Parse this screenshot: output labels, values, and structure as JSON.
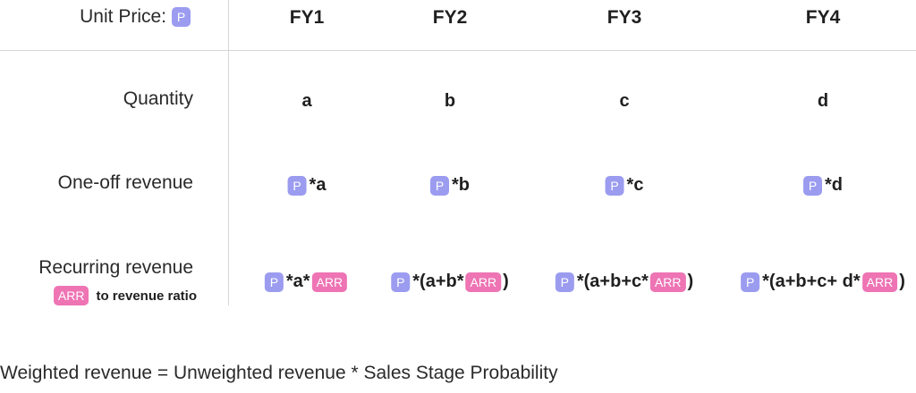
{
  "header": {
    "unit_price_label": "Unit Price:",
    "columns": [
      "FY1",
      "FY2",
      "FY3",
      "FY4"
    ]
  },
  "badges": {
    "p": "P",
    "arr": "ARR"
  },
  "rows": {
    "quantity": {
      "label": "Quantity",
      "values": [
        "a",
        "b",
        "c",
        "d"
      ]
    },
    "one_off": {
      "label": "One-off revenue",
      "values": [
        "*a",
        "*b",
        "*c",
        "*d"
      ]
    },
    "recurring": {
      "label": "Recurring revenue",
      "sublabel": "to revenue ratio",
      "cells": [
        {
          "pre": "*a*",
          "post": ""
        },
        {
          "pre": "*(a+b*",
          "post": ")"
        },
        {
          "pre": "*(a+b+c*",
          "post": ")"
        },
        {
          "pre": "*(a+b+c+ d*",
          "post": ")"
        }
      ]
    }
  },
  "footer": {
    "note": "Weighted revenue = Unweighted revenue * Sales Stage Probability"
  },
  "colors": {
    "p_badge": "#9b9cf0",
    "arr_badge": "#ee74b4",
    "divider": "#d6d6d6"
  }
}
